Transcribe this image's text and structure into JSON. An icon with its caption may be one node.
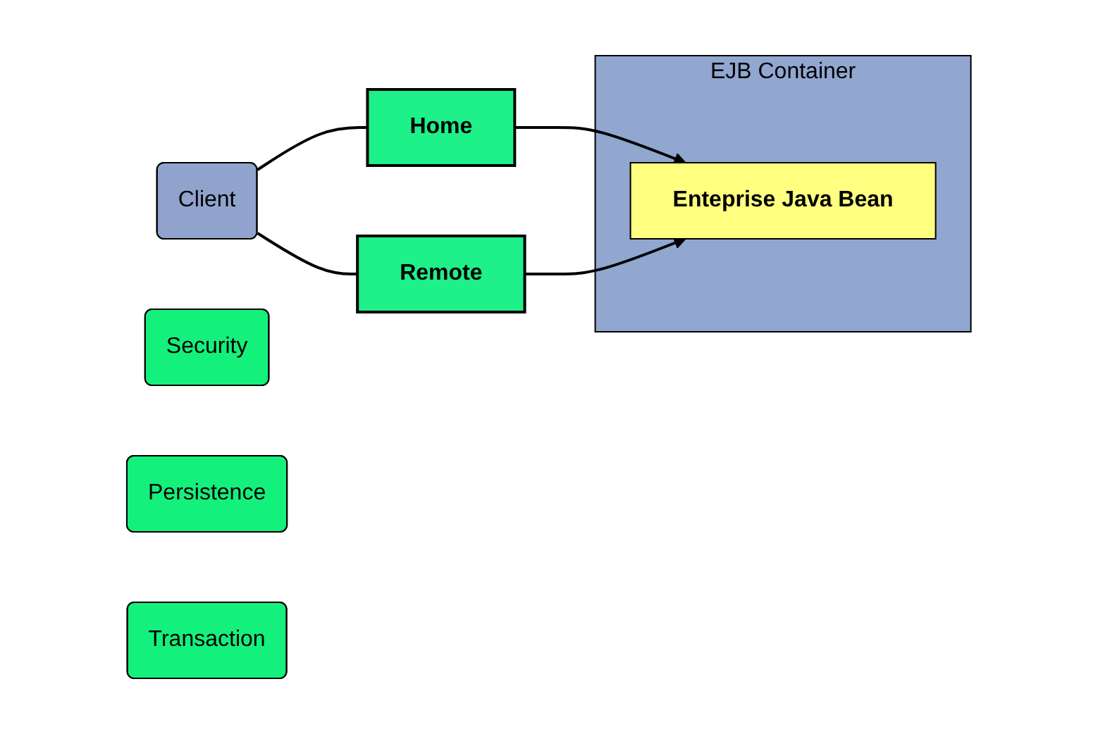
{
  "diagram": {
    "nodes": [
      {
        "text": [
          "Client"
        ]
      },
      {
        "text": [
          "EJB Container"
        ]
      },
      {
        "text": [
          "Home"
        ]
      },
      {
        "text": [
          "Remote"
        ]
      },
      {
        "text": [
          "Enteprise Java Bean"
        ],
        "in": 1
      },
      {
        "text": [
          "Security"
        ]
      },
      {
        "text": [
          "Persistence"
        ]
      },
      {
        "text": [
          "Transaction"
        ]
      }
    ],
    "edges": [
      {
        "from": 0,
        "to": 2,
        "arrow": "none"
      },
      {
        "from": 0,
        "to": 3,
        "arrow": "none"
      },
      {
        "from": 2,
        "to": 4,
        "arrow": "to"
      },
      {
        "from": 3,
        "to": 4,
        "arrow": "to"
      }
    ]
  }
}
